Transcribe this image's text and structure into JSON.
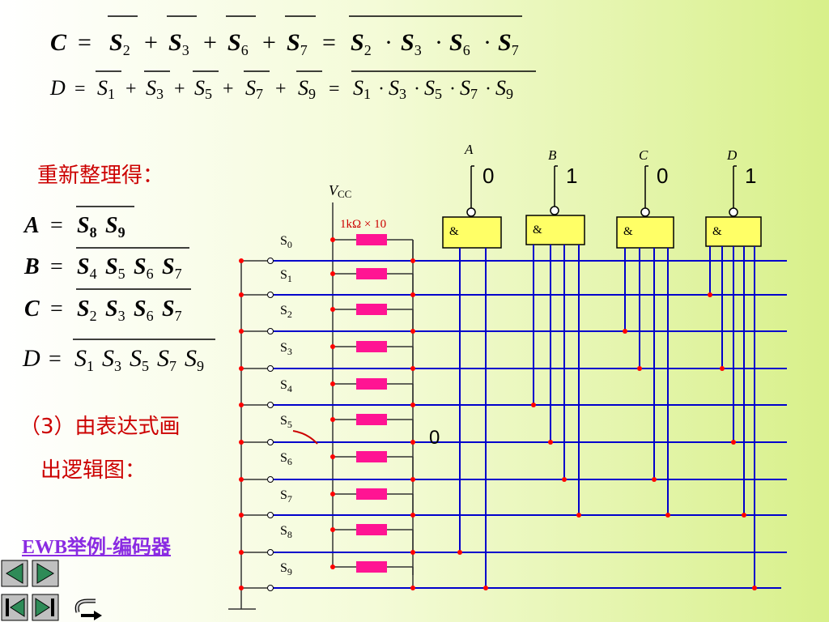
{
  "equations": {
    "c_top": "C = S̅2 + S̅3 + S̅6 + S̅7 = S2·S3·S6·S7 (overbar)",
    "d_top": "D = S̅1 + S̅3 + S̅5 + S̅7 + S̅9 = S1·S3·S5·S7·S9 (overbar)"
  },
  "labels": {
    "heading_rearrange": "重新整理得：",
    "step3_line1": "（3）由表达式画",
    "step3_line2": "出逻辑图：",
    "ewb_link": "EWB举例-编码器",
    "vcc": "V",
    "vcc_sub": "CC",
    "resistor_spec": "1kΩ × 10",
    "and_symbol": "&",
    "switch_prefix": "S"
  },
  "outputs": [
    {
      "name": "A",
      "value": "0"
    },
    {
      "name": "B",
      "value": "1"
    },
    {
      "name": "C",
      "value": "0"
    },
    {
      "name": "D",
      "value": "1"
    }
  ],
  "switches": [
    "0",
    "1",
    "2",
    "3",
    "4",
    "5",
    "6",
    "7",
    "8",
    "9"
  ],
  "s5_line_value": "0",
  "colors": {
    "wire": "#0000cc",
    "gate_fill": "#ffff66",
    "resistor": "#ff1493",
    "dot": "#ff0000",
    "heading": "#cc0000"
  }
}
